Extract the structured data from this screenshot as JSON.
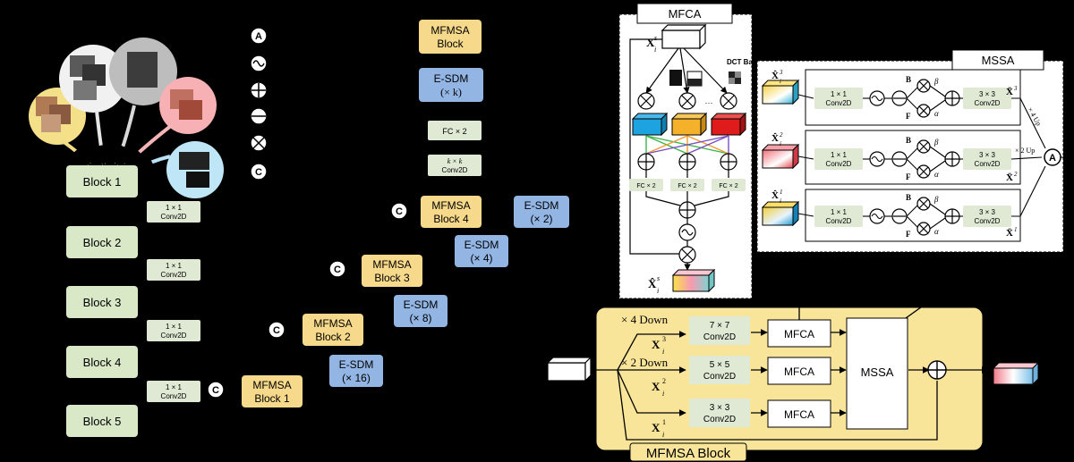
{
  "legend": {
    "attention": "A",
    "concat": "C"
  },
  "encoder": {
    "blocks": [
      "Block 1",
      "Block 2",
      "Block 3",
      "Block 4",
      "Block 5"
    ],
    "conv_line1": "1 × 1",
    "conv_line2": "Conv2D"
  },
  "key": {
    "mfmsa_line1": "MFMSA",
    "mfmsa_line2": "Block",
    "esdm_line1": "E-SDM",
    "esdm_line2": "(× k)",
    "fc": "FC × 2",
    "kk_line1": "k × k",
    "kk_line2": "Conv2D"
  },
  "decoder": {
    "mfmsa_prefix": "MFMSA",
    "mfmsa": [
      {
        "line2": "Block 4"
      },
      {
        "line2": "Block 3"
      },
      {
        "line2": "Block 2"
      },
      {
        "line2": "Block 1"
      }
    ],
    "esdm_prefix": "E-SDM",
    "esdm": [
      "(× 2)",
      "(× 4)",
      "(× 8)",
      "(× 16)"
    ],
    "concat": "C"
  },
  "mfca": {
    "title": "MFCA",
    "dct_label": "DCT Basis",
    "fc": [
      "FC × 2",
      "FC × 2",
      "FC × 2"
    ],
    "dots": "···",
    "input_sym": "X",
    "input_sup": "s",
    "input_sub": "i",
    "output_sym": "X̂",
    "output_sup": "s",
    "output_sub": "i"
  },
  "mssa": {
    "title": "MSSA",
    "conv_line1": "1 × 1",
    "conv_line2": "Conv2D",
    "conv3_line1": "3 × 3",
    "conv3_line2": "Conv2D",
    "up4": "× 4 Up",
    "up2": "× 2 Up",
    "attention": "A",
    "rows": [
      {
        "in": "X̂",
        "sup": "3",
        "sub": "i",
        "b": "B",
        "f": "F",
        "beta": "β",
        "alpha": "α",
        "out": "X̄",
        "out_sup": "3",
        "out_sub": "i"
      },
      {
        "in": "X̂",
        "sup": "2",
        "sub": "i",
        "b": "B",
        "f": "F",
        "beta": "β",
        "alpha": "α",
        "out": "X̄",
        "out_sup": "2",
        "out_sub": "i"
      },
      {
        "in": "X̂",
        "sup": "1",
        "sub": "i",
        "b": "B",
        "f": "F",
        "beta": "β",
        "alpha": "α",
        "out": "X̄",
        "out_sup": "1",
        "out_sub": "i"
      }
    ]
  },
  "block": {
    "title": "MFMSA Block",
    "down4": "× 4 Down",
    "down2": "× 2 Down",
    "conv7_line1": "7 × 7",
    "conv5_line1": "5 × 5",
    "conv3_line1": "3 × 3",
    "conv_line2": "Conv2D",
    "mfca": "MFCA",
    "mssa": "MSSA",
    "x_sym": "X",
    "x3_sup": "3",
    "x2_sup": "2",
    "x1_sup": "1",
    "x_sub": "i"
  }
}
